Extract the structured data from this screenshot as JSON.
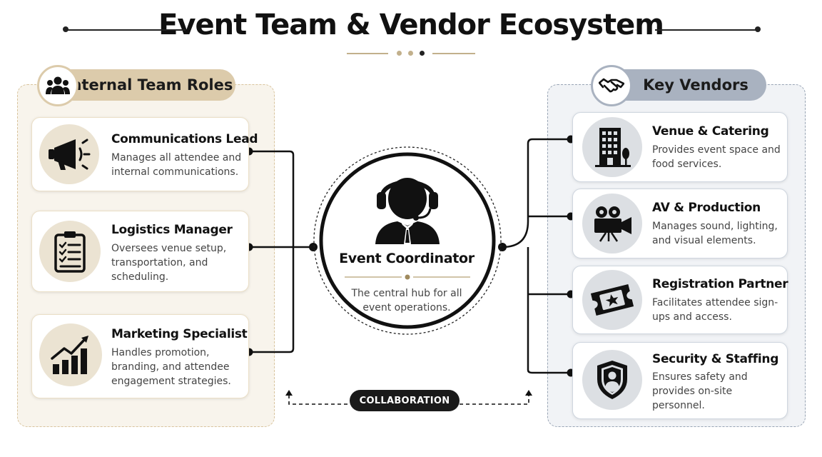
{
  "title": "Event Team & Vendor Ecosystem",
  "colors": {
    "ink": "#1a1a1a",
    "warm_panel": "#f8f4ec",
    "warm_accent": "#dccbab",
    "cool_panel": "#f1f3f6",
    "cool_accent": "#a9b2c0",
    "gold_rule": "#c2b08c"
  },
  "internal": {
    "heading": "Internal Team Roles",
    "icon": "team-icon",
    "roles": [
      {
        "title": "Communications Lead",
        "description": "Manages all attendee and internal communications.",
        "icon": "megaphone-icon"
      },
      {
        "title": "Logistics Manager",
        "description": "Oversees venue setup, transportation, and scheduling.",
        "icon": "clipboard-checklist-icon"
      },
      {
        "title": "Marketing Specialist",
        "description": "Handles promotion, branding, and attendee engagement strategies.",
        "icon": "growth-chart-icon"
      }
    ]
  },
  "coordinator": {
    "title": "Event Coordinator",
    "description": "The central hub for all event operations.",
    "icon": "headset-person-icon"
  },
  "vendors": {
    "heading": "Key Vendors",
    "icon": "handshake-icon",
    "items": [
      {
        "title": "Venue & Catering",
        "description": "Provides event space and food services.",
        "icon": "building-icon"
      },
      {
        "title": "AV & Production",
        "description": "Manages sound, lighting, and visual elements.",
        "icon": "video-camera-icon"
      },
      {
        "title": "Registration Partner",
        "description": "Facilitates attendee sign-ups and access.",
        "icon": "ticket-icon"
      },
      {
        "title": "Security & Staffing",
        "description": "Ensures safety and provides on-site personnel.",
        "icon": "shield-person-icon"
      }
    ]
  },
  "collaboration_label": "COLLABORATION"
}
